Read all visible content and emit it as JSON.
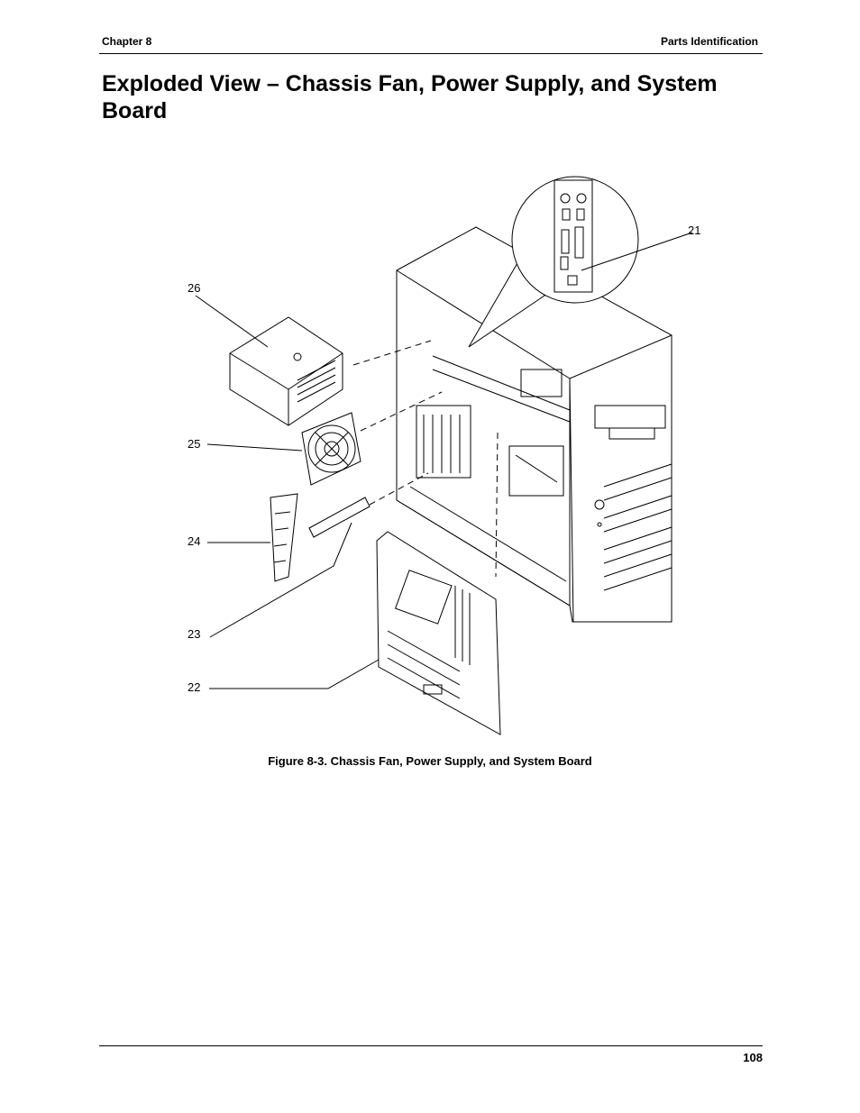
{
  "header": {
    "chapter": "Chapter 8",
    "section": "Parts Identification"
  },
  "title": "Exploded View – Chassis Fan, Power Supply, and System Board",
  "figure": {
    "callouts": [
      "21",
      "22",
      "23",
      "24",
      "25",
      "26"
    ],
    "caption": "Figure 8-3.  Chassis Fan, Power Supply, and System Board"
  },
  "footer": {
    "page_number": "108"
  }
}
